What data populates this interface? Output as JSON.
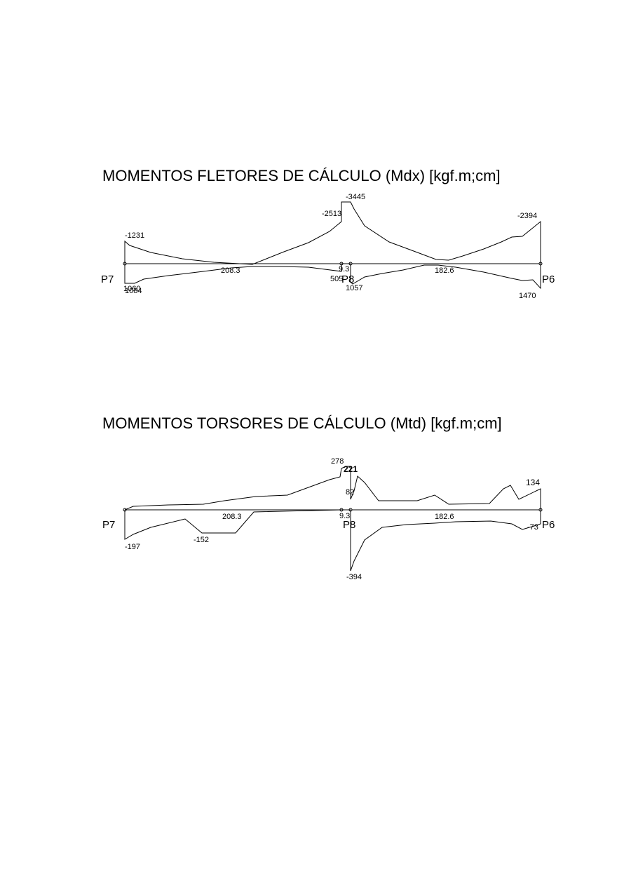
{
  "diagrams": [
    {
      "title": "MOMENTOS FLETORES DE CÁLCULO (Mdx) [kgf.m;cm]",
      "supports": [
        "P7",
        "P8",
        "P6"
      ],
      "span_labels": [
        "208.3",
        "9.3",
        "182.6"
      ],
      "value_labels": [
        "-1231",
        "-2513",
        "-3445",
        "-2394",
        "1060",
        "1084",
        "505",
        "1057",
        "1470"
      ]
    },
    {
      "title": "MOMENTOS TORSORES DE CÁLCULO (Mtd) [kgf.m;cm]",
      "supports": [
        "P7",
        "P8",
        "P6"
      ],
      "span_labels": [
        "208.3",
        "9.3",
        "182.6"
      ],
      "value_labels": [
        "278",
        "221",
        "82",
        "134",
        "-197",
        "-152",
        "-394",
        "-73"
      ]
    }
  ]
}
